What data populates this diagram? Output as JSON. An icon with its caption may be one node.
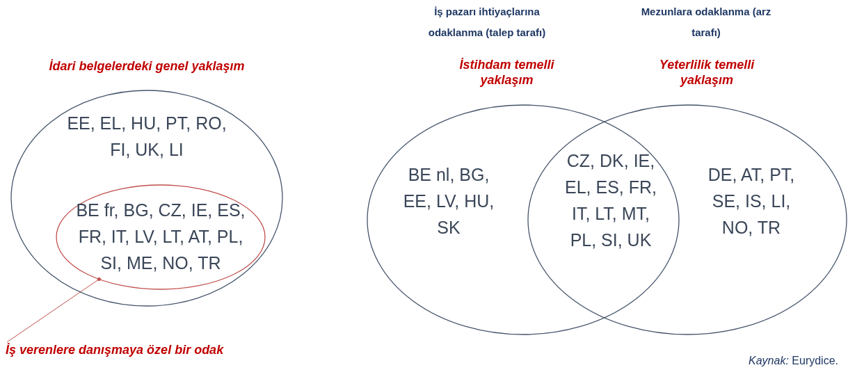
{
  "diagram": {
    "nodes": [
      {
        "text": [
          "İdari belgelerdeki genel yaklaşım",
          "EE, EL, HU, PT, RO, FI, UK, LI"
        ]
      },
      {
        "text": [
          "BE fr, BG, CZ, IE, ES, FR, IT, LV, LT, AT, PL, SI, ME, NO, TR"
        ],
        "in": 0
      },
      {
        "text": [
          "İş verenlere danışmaya özel bir odak"
        ]
      },
      {
        "text": [
          "İstihdam temelli yaklaşım",
          "BE nl, BG, EE, LV, HU, SK"
        ]
      },
      {
        "text": [
          "Yeterlilik temelli yaklaşım",
          "DE, AT, PT, SE, IS, LI, NO, TR"
        ]
      }
    ],
    "edges": [
      {
        "from": 2,
        "to": 1,
        "arrow": "other",
        "color": "#c0504d"
      }
    ],
    "labels": [
      "İş pazarı ihtiyaçlarına odaklanma (talep tarafı)",
      "Mezunlara odaklanma (arz tarafı)",
      "CZ, DK, IE, EL, ES, FR, IT, LT, MT, PL, SI, UK"
    ],
    "caption": "*Kaynak:* Eurydice."
  }
}
